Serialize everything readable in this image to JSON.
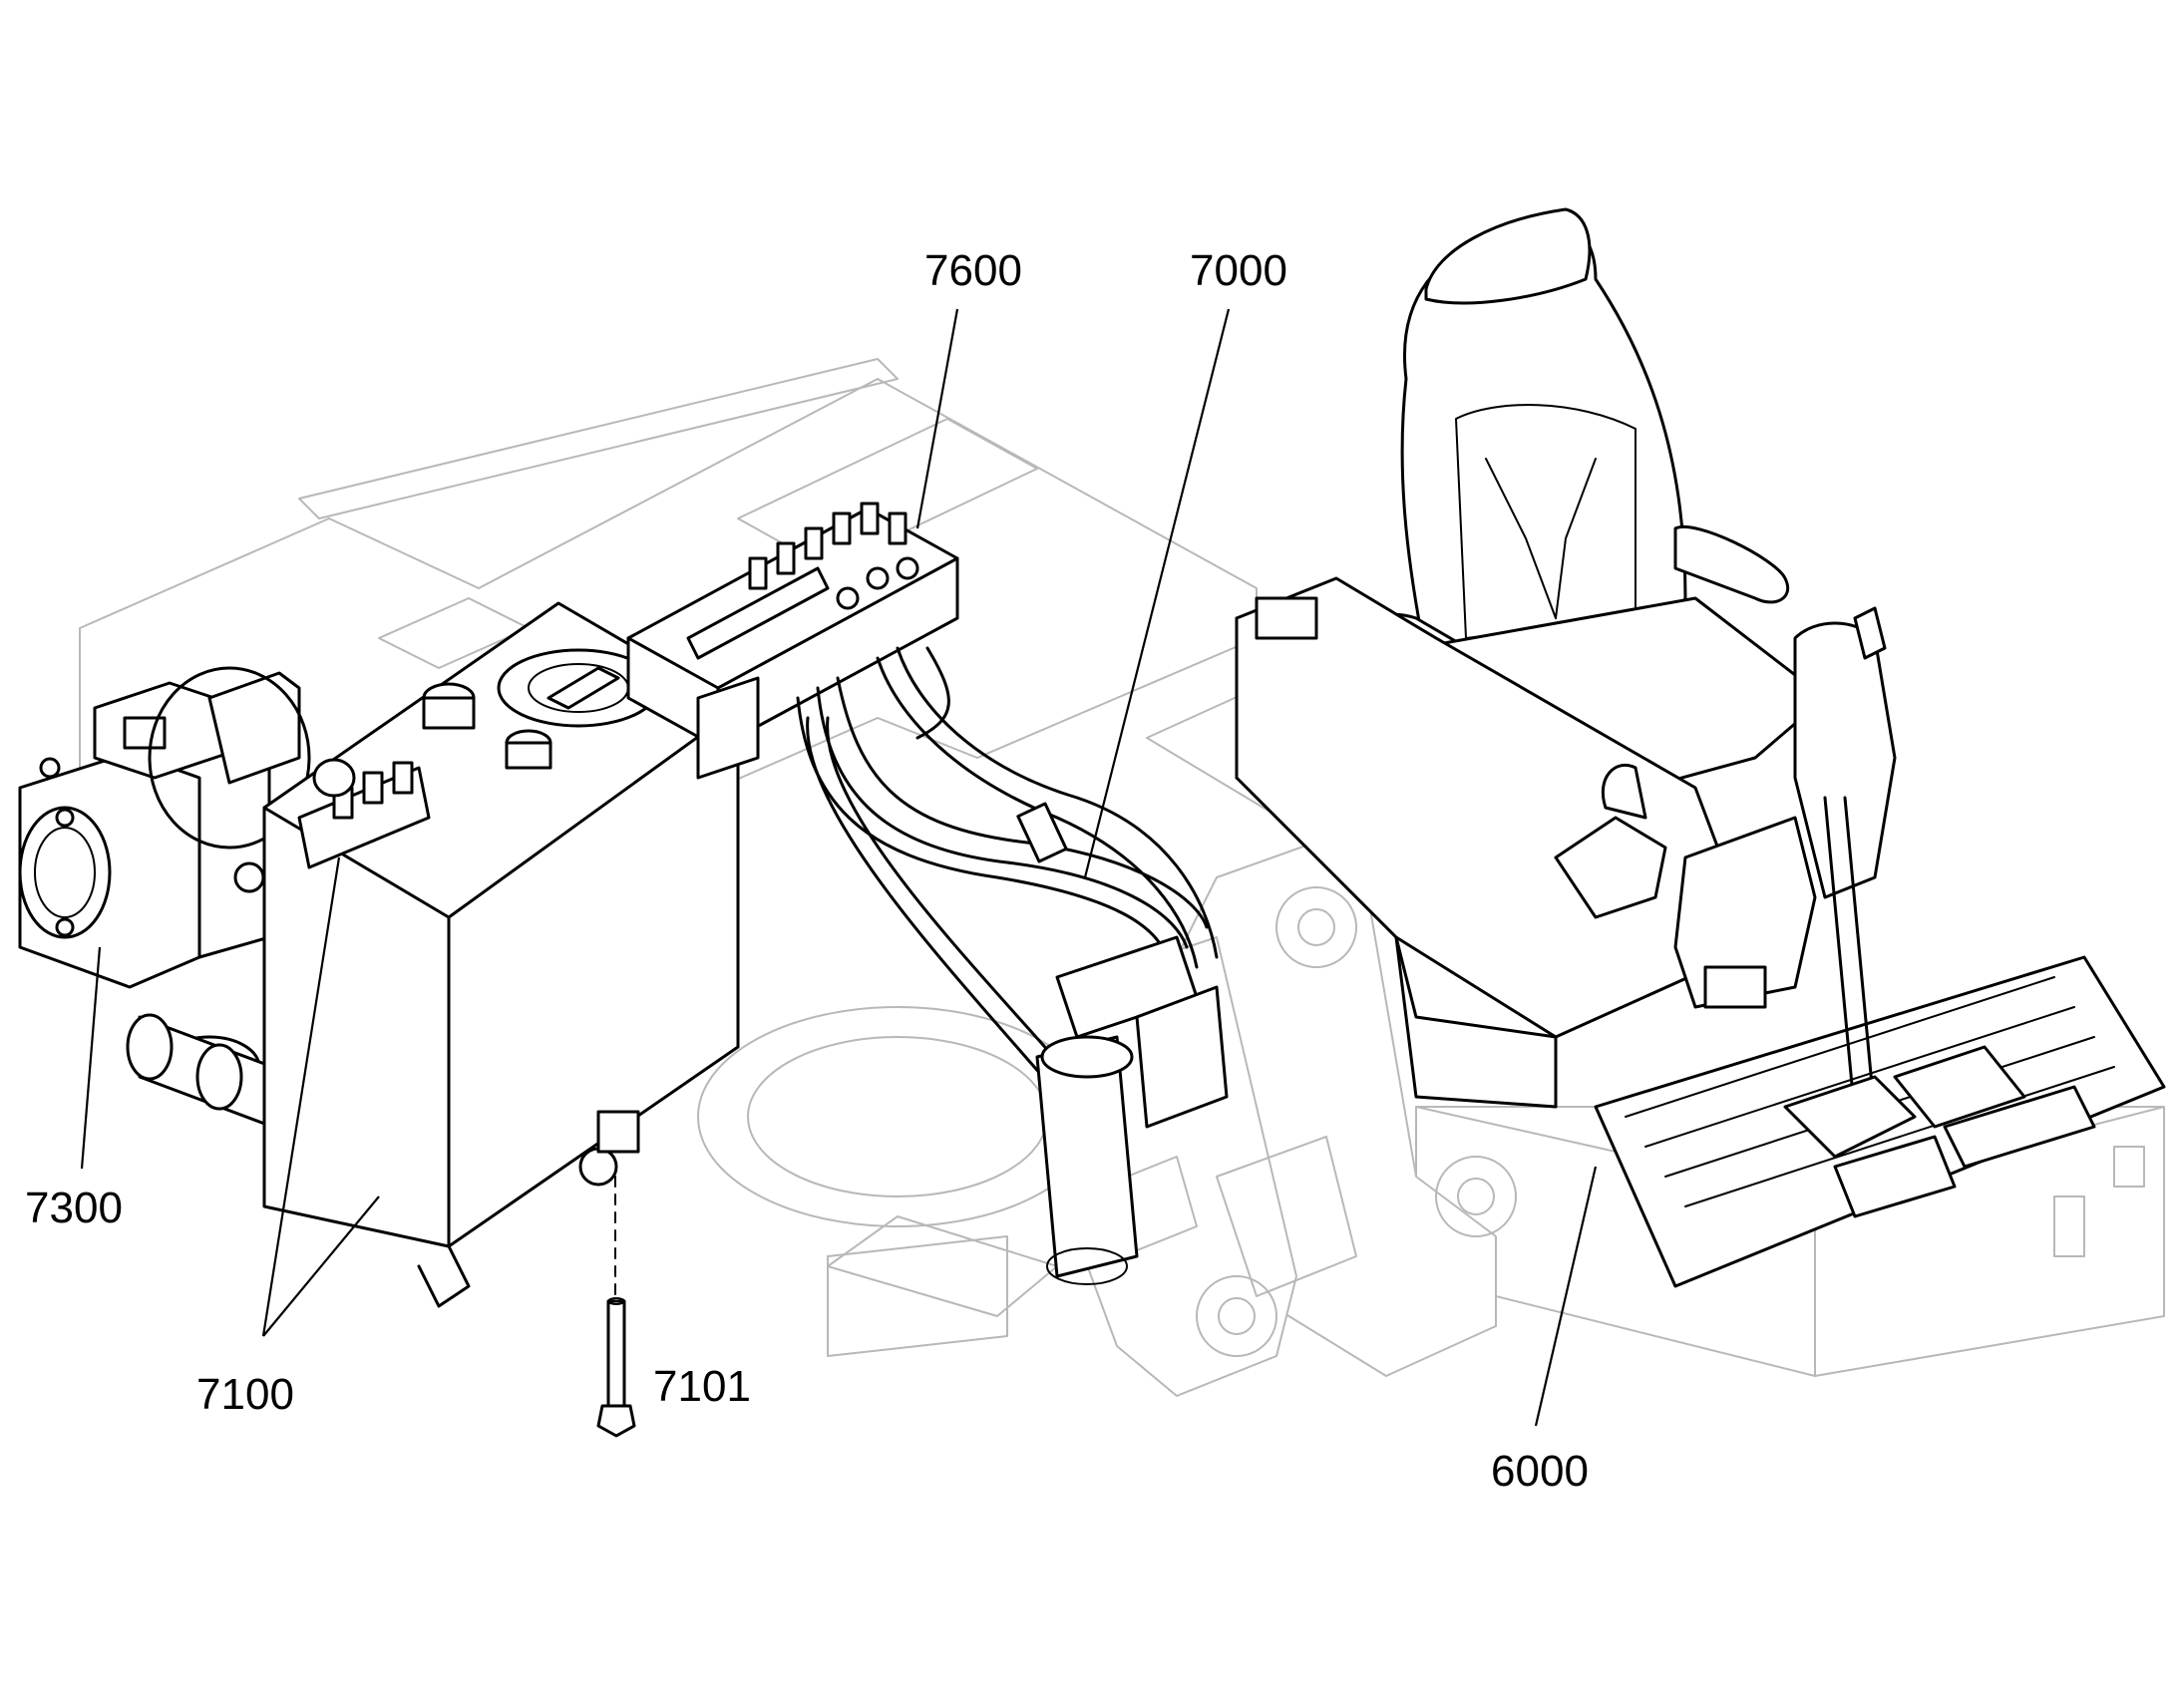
{
  "callouts": [
    {
      "id": "7600",
      "label": "7600"
    },
    {
      "id": "7000",
      "label": "7000"
    },
    {
      "id": "7300",
      "label": "7300"
    },
    {
      "id": "7100",
      "label": "7100"
    },
    {
      "id": "7101",
      "label": "7101"
    },
    {
      "id": "6000",
      "label": "6000"
    }
  ]
}
